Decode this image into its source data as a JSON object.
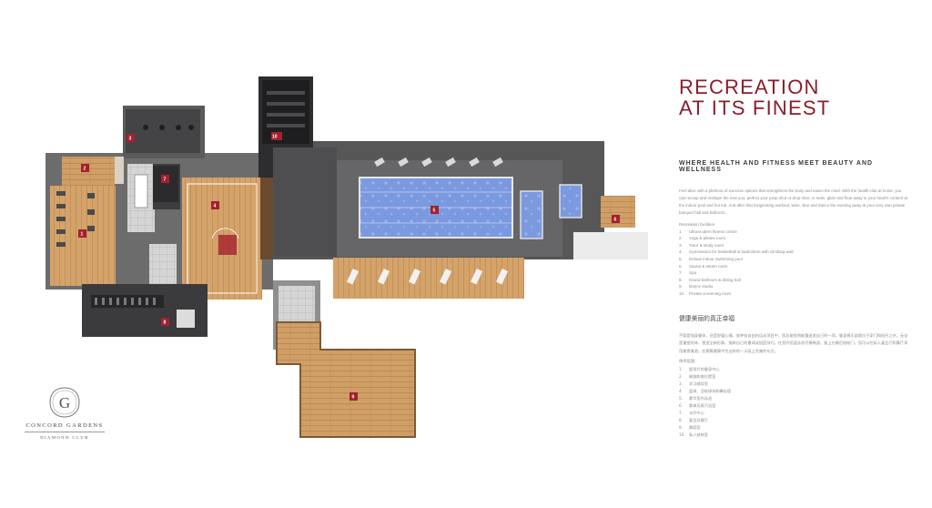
{
  "headline": {
    "line1": "RECREATION",
    "line2": "AT ITS FINEST"
  },
  "subheading": "WHERE HEALTH AND FITNESS MEET BEAUTY AND WELLNESS",
  "intro_en": "Feel alive with a plethora of exercise options that strengthens the body and eases the mind. With the health club at home, you can recoup and reshape the new you; perfect your jump shot or drop shot; or swim, glide and float away to your heart's content at the indoor pool and hot tub. And after that invigorating workout, wine, dine and dance the evening away at your very own private banquet hall and ballroom.",
  "facilities_title_en": "Recreation facilities",
  "facilities_en": [
    "Ultramodern fitness centre",
    "Yoga & pilates room",
    "Tutor & study room",
    "Gymnasium for basketball & badminton with climbing wall",
    "Deluxe indoor swimming pool",
    "Sauna & steam room",
    "Spa",
    "Grand ballroom & dining hall",
    "Dance studio",
    "Private screening room"
  ],
  "title_zh": "健康美丽的真正幸福",
  "intro_zh": "不管是强身健体，还是舒缓心情，各种各自由的运动项目中，您总能找到能量迸发自己的一项。健身俱乐部就位于家门和咫尺之外，无论是重塑形体，塑造全新形象，锻炼自己的重球或投篮技巧，在室内恒温泳池尽情畅游。锻上在最后结结门，您可以在私人宴会厅和舞厅享用美食美酒，在歌舞曼舞中为这样的一天画上完美的句点。",
  "facilities_title_zh": "休闲设施：",
  "facilities_zh": [
    "超现代的健身中心",
    "瑜伽和普拉提室",
    "学习辅导室",
    "篮球、羽毛球场和攀岩墙",
    "豪华室内泳池",
    "桑拿及蒸汽浴室",
    "水疗中心",
    "宴会及餐厅",
    "舞蹈室",
    "私人放映室"
  ],
  "logo": {
    "letter": "G",
    "name": "CONCORD GARDENS",
    "sub": "DIAMOND CLUB"
  },
  "room_numbers": [
    "1",
    "2",
    "3",
    "4",
    "5",
    "6",
    "7",
    "8",
    "9",
    "10"
  ],
  "colors": {
    "accent": "#8a1d2c",
    "marker": "#a3212e",
    "wood": "#c99a62",
    "pool": "#6f8ed8",
    "dark_floor": "#3c3c3e"
  }
}
